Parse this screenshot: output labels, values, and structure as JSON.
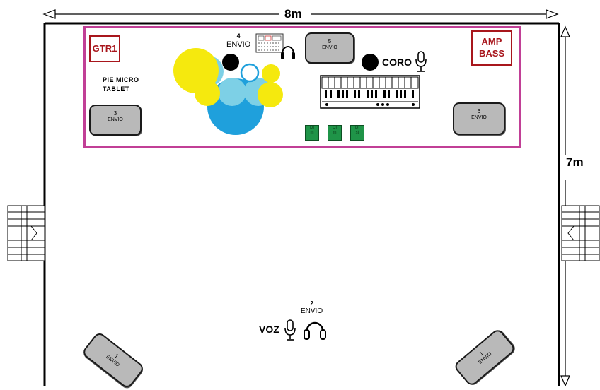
{
  "dimensions": {
    "width_label": "8m",
    "depth_label": "7m"
  },
  "amps": {
    "guitar": "GTR1",
    "bass_line1": "AMP",
    "bass_line2": "BASS"
  },
  "pie_micro": {
    "line1": "PIE MICRO",
    "line2": "TABLET"
  },
  "monitors": {
    "m3": {
      "num": "3",
      "label": "ENVIO"
    },
    "m4": {
      "num": "4",
      "label": "ENVIO"
    },
    "m5": {
      "num": "5",
      "label": "ENVIO"
    },
    "m6": {
      "num": "6",
      "label": "ENVIO"
    },
    "m2": {
      "num": "2",
      "label": "ENVIO"
    },
    "m1_left": {
      "num": "1",
      "label": "ENVIO"
    },
    "m1_right": {
      "num": "1",
      "label": "ENVIO"
    }
  },
  "coro_label": "CORO",
  "voz_label": "VOZ",
  "di_boxes": [
    {
      "top": "DI",
      "bottom": "m"
    },
    {
      "top": "DI",
      "bottom": "m"
    },
    {
      "top": "DI",
      "bottom": "st"
    }
  ],
  "colors": {
    "stage_border": "#c13f96",
    "amp_border": "#a8161c",
    "drum_yellow": "#f5e90e",
    "drum_light_blue": "#7dd0e6",
    "drum_blue": "#1fa0dc",
    "di_green": "#1f9448",
    "monitor_gray": "#b9b9b9"
  },
  "icons": [
    "microphone-icon",
    "headphones-icon",
    "keyboard-icon",
    "mixer-icon",
    "stairs-icon"
  ]
}
